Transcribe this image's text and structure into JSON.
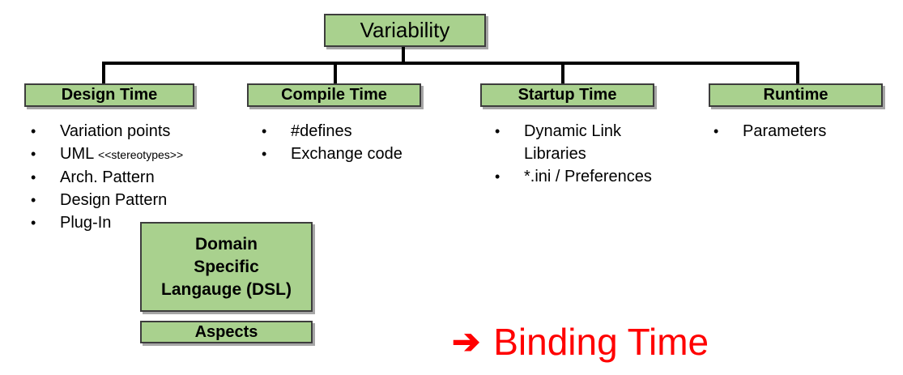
{
  "colors": {
    "box_fill": "#a9d18e",
    "box_border": "#3d3d3d",
    "box_shadow": "#a6a6a6",
    "connector_line": "#000000",
    "annotation_red": "#ff0000",
    "text": "#000000"
  },
  "glyphs": {
    "bullet": "•"
  },
  "root": {
    "label": "Variability"
  },
  "columns": [
    {
      "header": "Design Time",
      "items": [
        {
          "main": "Variation points"
        },
        {
          "main": "UML",
          "small": "<<stereotypes>>"
        },
        {
          "main": "Arch. Pattern"
        },
        {
          "main": "Design Pattern"
        },
        {
          "main": "Plug-In"
        }
      ]
    },
    {
      "header": "Compile Time",
      "items": [
        {
          "main": "#defines"
        },
        {
          "main": "Exchange code"
        }
      ]
    },
    {
      "header": "Startup Time",
      "items": [
        {
          "main": "Dynamic Link Libraries"
        },
        {
          "main": "*.ini / Preferences"
        }
      ]
    },
    {
      "header": "Runtime",
      "items": [
        {
          "main": "Parameters"
        }
      ]
    }
  ],
  "extra_boxes": {
    "dsl": {
      "line1": "Domain",
      "line2": "Specific",
      "line3": "Langauge (DSL)"
    },
    "aspects": "Aspects"
  },
  "annotation": {
    "arrow": "➔",
    "label": "Binding Time"
  }
}
